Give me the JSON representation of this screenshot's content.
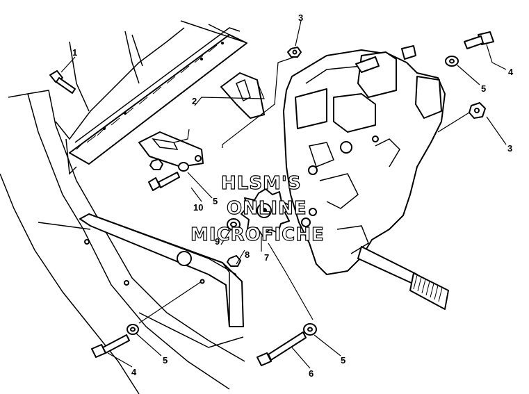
{
  "watermark": {
    "line1": "HLSM'S",
    "line2": "ONLINE",
    "line3": "MICROFICHE"
  },
  "callouts": [
    {
      "id": "c1",
      "label": "1"
    },
    {
      "id": "c2",
      "label": "2"
    },
    {
      "id": "c3a",
      "label": "3"
    },
    {
      "id": "c3b",
      "label": "3"
    },
    {
      "id": "c4a",
      "label": "4"
    },
    {
      "id": "c4b",
      "label": "4"
    },
    {
      "id": "c5a",
      "label": "5"
    },
    {
      "id": "c5b",
      "label": "5"
    },
    {
      "id": "c5c",
      "label": "5"
    },
    {
      "id": "c5d",
      "label": "5"
    },
    {
      "id": "c6",
      "label": "6"
    },
    {
      "id": "c7",
      "label": "7"
    },
    {
      "id": "c8",
      "label": "8"
    },
    {
      "id": "c9",
      "label": "9"
    },
    {
      "id": "c10",
      "label": "10"
    }
  ]
}
